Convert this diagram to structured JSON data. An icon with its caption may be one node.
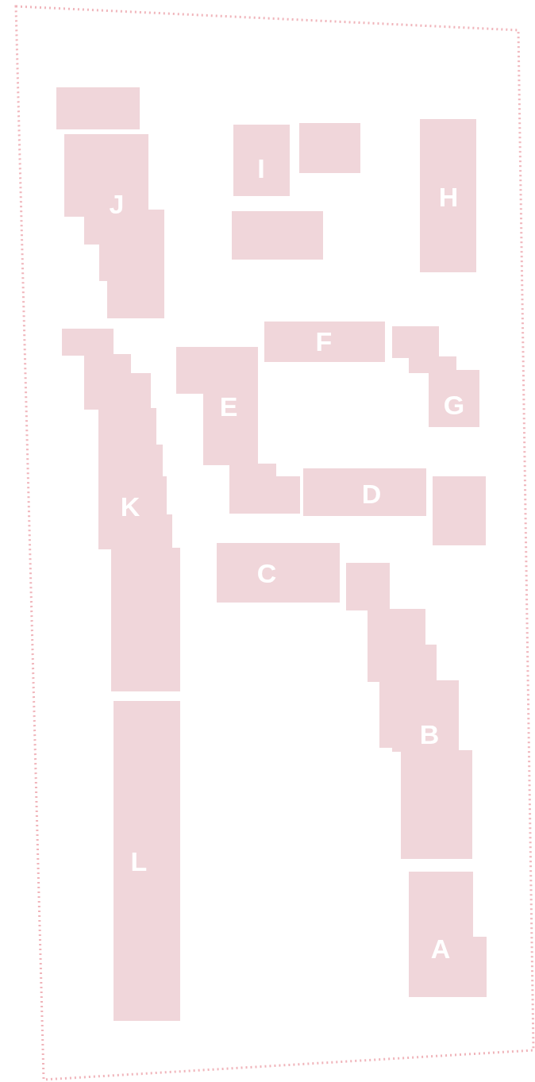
{
  "diagram": {
    "nodes": [
      {
        "text": [],
        "shape": "box"
      },
      {
        "text": [
          "J"
        ]
      },
      {
        "text": [
          "I"
        ]
      },
      {
        "text": [],
        "shape": "box"
      },
      {
        "text": [],
        "shape": "box"
      },
      {
        "text": [
          "H"
        ]
      },
      {
        "text": [
          "F"
        ]
      },
      {
        "text": [
          "G"
        ]
      },
      {
        "text": [
          "E"
        ]
      },
      {
        "text": [
          "K"
        ]
      },
      {
        "text": [
          "D"
        ]
      },
      {
        "text": [],
        "shape": "box"
      },
      {
        "text": [
          "C"
        ]
      },
      {
        "text": [
          "B"
        ]
      },
      {
        "text": [
          "L"
        ]
      },
      {
        "text": [
          "A"
        ]
      }
    ]
  }
}
